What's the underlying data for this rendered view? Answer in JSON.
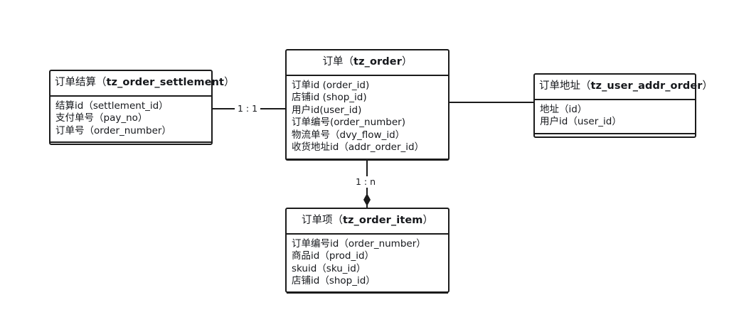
{
  "diagram": {
    "type": "entity-relationship-diagram",
    "entities": [
      {
        "id": "tz_order_settlement",
        "title_cn": "订单结算",
        "title_table": "tz_order_settlement",
        "title_full": "订单结算（tz_order_settlement）",
        "fields": [
          "结算id（settlement_id）",
          "支付单号（pay_no）",
          "订单号（order_number）"
        ]
      },
      {
        "id": "tz_order",
        "title_cn": "订单",
        "title_table": "tz_order",
        "title_full": "订单（tz_order）",
        "fields": [
          "订单id (order_id)",
          "店铺id (shop_id)",
          "用户id(user_id)",
          "订单编号(order_number)",
          "物流单号（dvy_flow_id）",
          "收货地址id（addr_order_id）"
        ]
      },
      {
        "id": "tz_user_addr_order",
        "title_cn": "订单地址",
        "title_table": "tz_user_addr_order",
        "title_full": "订单地址（tz_user_addr_order）",
        "fields": [
          "地址（id）",
          "用户id（user_id）"
        ]
      },
      {
        "id": "tz_order_item",
        "title_cn": "订单项",
        "title_table": "tz_order_item",
        "title_full": "订单项（tz_order_item）",
        "fields": [
          "订单编号id（order_number）",
          "商品id（prod_id）",
          "skuid（sku_id）",
          "店铺id（shop_id）"
        ]
      }
    ],
    "relationships": [
      {
        "id": "settlement-to-order",
        "from": "tz_order_settlement",
        "to": "tz_order",
        "label": "1 : 1",
        "marker": "none"
      },
      {
        "id": "order-to-addr",
        "from": "tz_order",
        "to": "tz_user_addr_order",
        "label": "",
        "marker": "none"
      },
      {
        "id": "order-to-item",
        "from": "tz_order",
        "to": "tz_order_item",
        "label": "1 : n",
        "marker": "filled-diamond"
      }
    ],
    "colors": {
      "line": "#1b1b1b",
      "text": "#16181c",
      "background": "#ffffff"
    }
  }
}
